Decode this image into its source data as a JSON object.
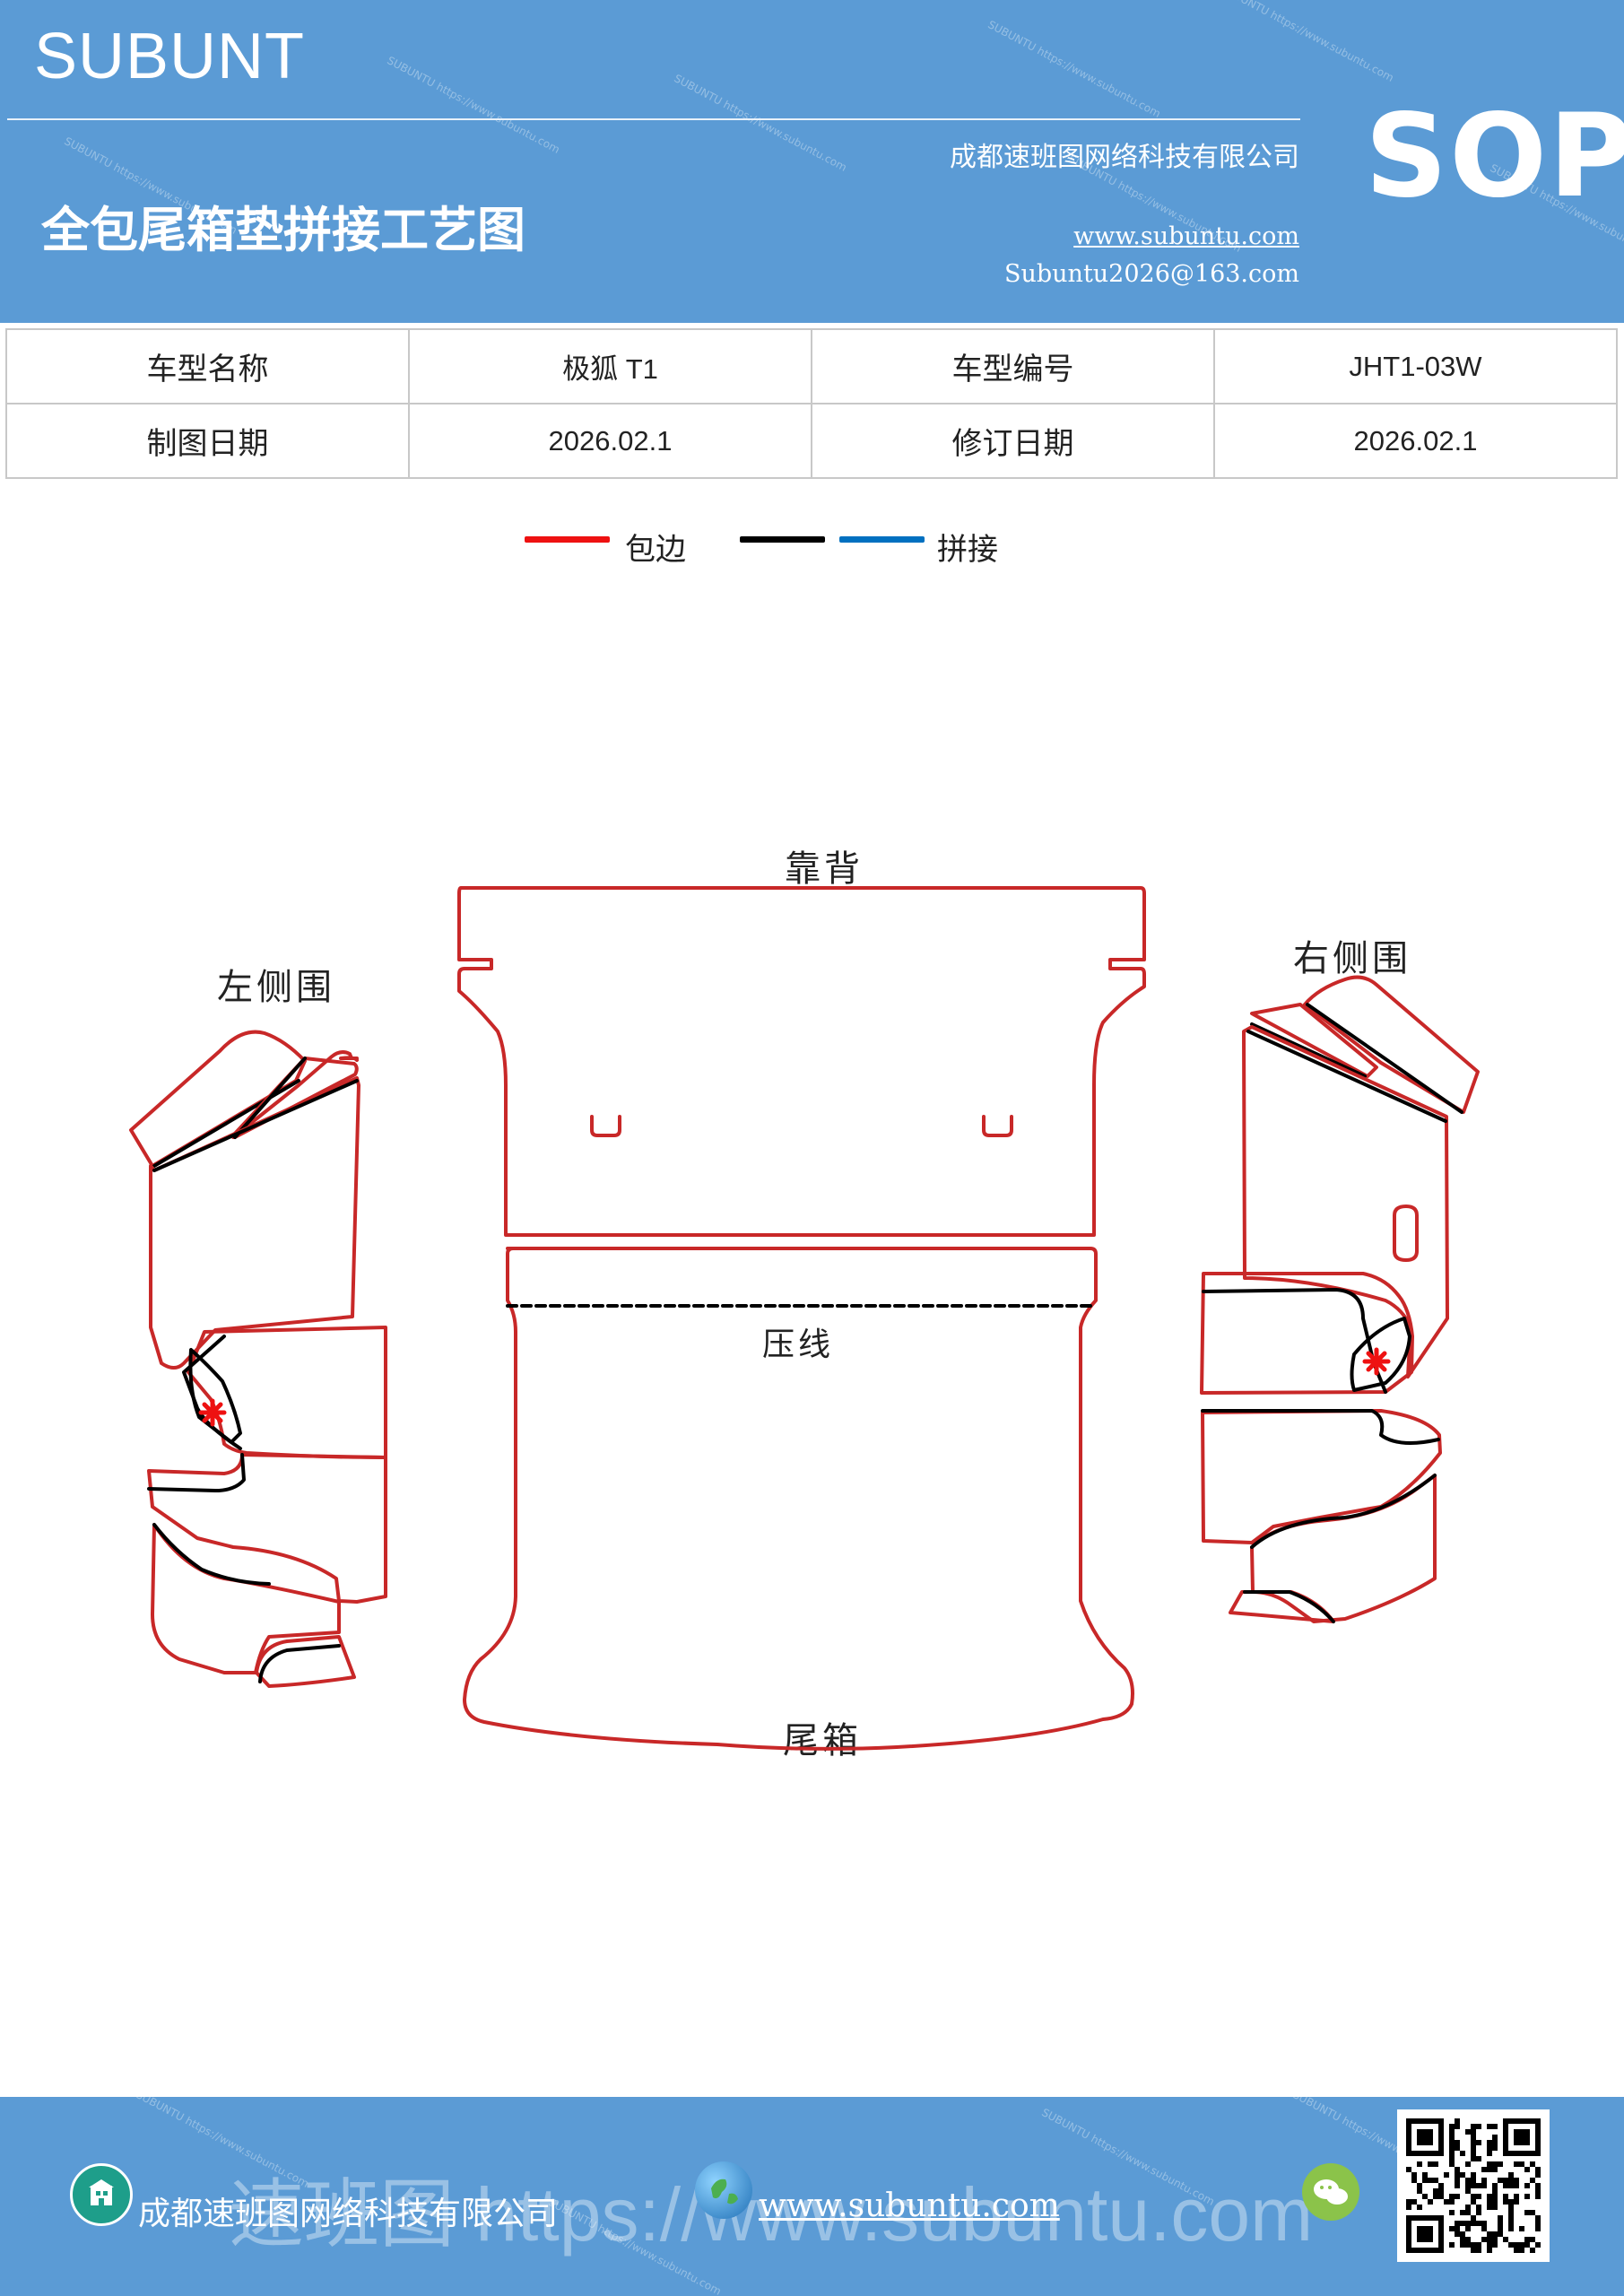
{
  "header": {
    "brand": "SUBUNT",
    "title": "全包尾箱垫拼接工艺图",
    "company": "成都速班图网络科技有限公司",
    "website": "www.subuntu.com",
    "email": "Subuntu2026@163.com",
    "badge": "SOP"
  },
  "info_table": {
    "rows": [
      [
        "车型名称",
        "极狐 T1",
        "车型编号",
        "JHT1-03W"
      ],
      [
        "制图日期",
        "2026.02.1",
        "修订日期",
        "2026.02.1"
      ]
    ]
  },
  "legend": [
    {
      "label": "包边",
      "color": "#ee1111"
    },
    {
      "label": "",
      "color": "#000000"
    },
    {
      "label": "拼接",
      "color": "#0070c0"
    }
  ],
  "diagram": {
    "label_backrest": "靠背",
    "label_left": "左侧围",
    "label_right": "右侧围",
    "label_crease": "压线",
    "label_trunk": "尾箱",
    "edge_color": "#c82828",
    "seam_color": "#000000",
    "mark_color": "#ee1111"
  },
  "footer": {
    "company": "成都速班图网络科技有限公司",
    "website": "www.subuntu.com",
    "ghost_text": "速班图 https://www.subuntu.com"
  }
}
